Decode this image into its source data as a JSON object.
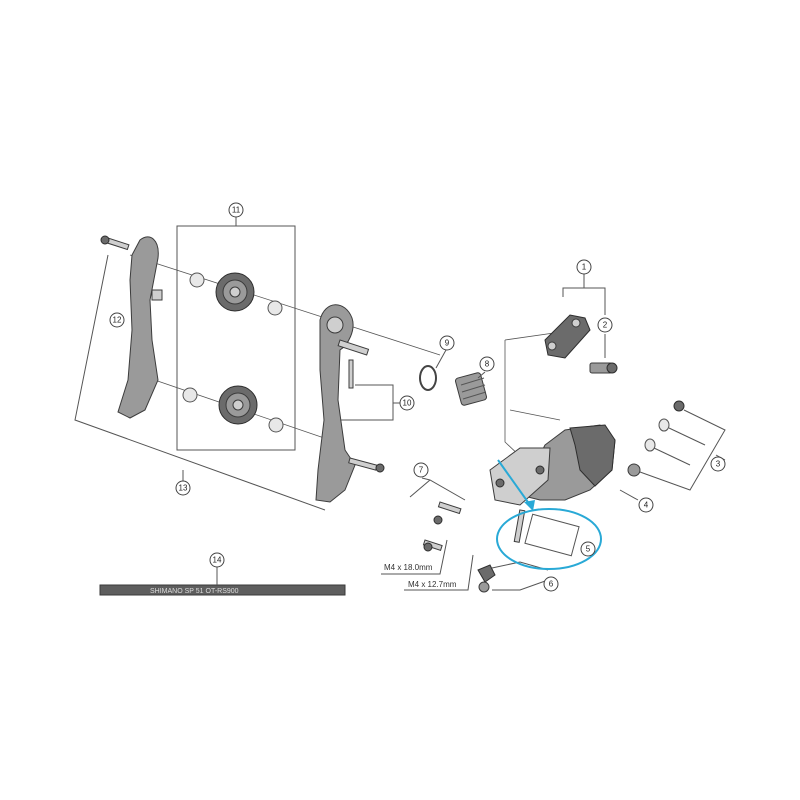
{
  "callouts": {
    "c1": "1",
    "c2": "2",
    "c3": "3",
    "c4": "4",
    "c5": "5",
    "c6": "6",
    "c7": "7",
    "c8": "8",
    "c9": "9",
    "c10": "10",
    "c11": "11",
    "c12": "12",
    "c13": "13",
    "c14": "14"
  },
  "bolt_specs": {
    "long": "M4 x 18.0mm",
    "short": "M4 x 12.7mm"
  },
  "cable_print": "SHIMANO  SP 51  OT-RS900",
  "colors": {
    "highlight": "#29a9d6",
    "parts": "#9a9a9a",
    "lines": "#555555"
  }
}
